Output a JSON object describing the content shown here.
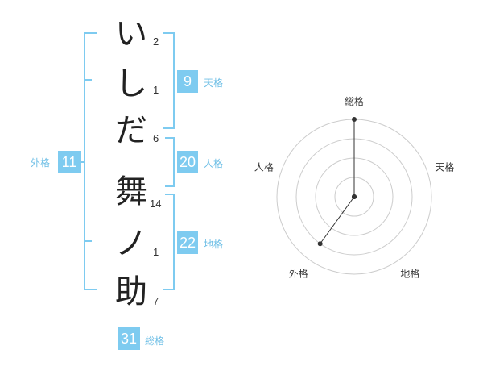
{
  "name_chars": [
    {
      "char": "い",
      "strokes": "2"
    },
    {
      "char": "し",
      "strokes": "1"
    },
    {
      "char": "だ",
      "strokes": "6"
    },
    {
      "char": "舞",
      "strokes": "14"
    },
    {
      "char": "ノ",
      "strokes": "1"
    },
    {
      "char": "助",
      "strokes": "7"
    }
  ],
  "fortunes": {
    "tenkaku": {
      "value": "9",
      "label": "天格"
    },
    "jinkaku": {
      "value": "20",
      "label": "人格"
    },
    "chikaku": {
      "value": "22",
      "label": "地格"
    },
    "gaikaku": {
      "value": "11",
      "label": "外格"
    },
    "soukaku": {
      "value": "31",
      "label": "総格"
    }
  },
  "radar": {
    "axes": [
      "総格",
      "天格",
      "地格",
      "外格",
      "人格"
    ],
    "values": [
      5,
      1,
      1,
      4,
      1
    ],
    "max": 5,
    "rings": 4,
    "colors": {
      "grid": "#cccccc",
      "line": "#333333",
      "fill": "#eeeeee",
      "center": "#cccccc"
    }
  }
}
